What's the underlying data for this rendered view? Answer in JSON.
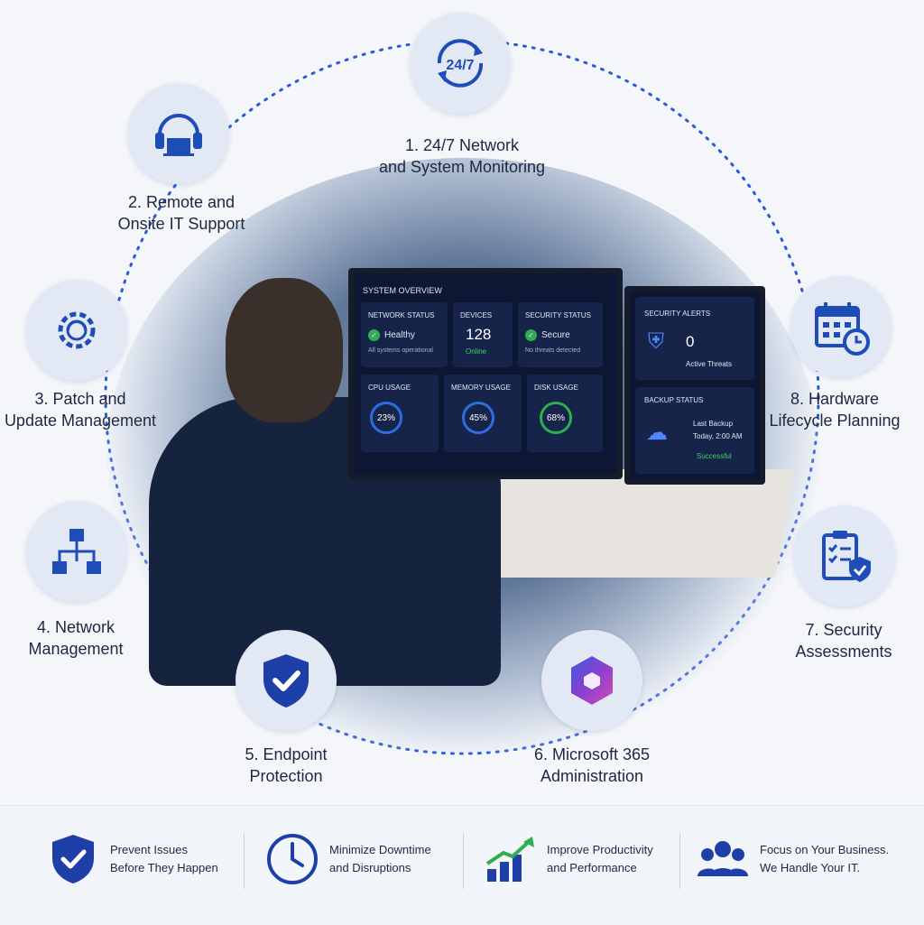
{
  "colors": {
    "accent": "#1f4db8",
    "node_bg": "#e3e9f4",
    "text": "#1f2740"
  },
  "services": [
    {
      "line1": "1. 24/7 Network",
      "line2": "and System Monitoring",
      "icon": "24-7-icon",
      "icon_text": "24/7"
    },
    {
      "line1": "2. Remote and",
      "line2": "Onsite IT Support",
      "icon": "headset-icon"
    },
    {
      "line1": "3. Patch and",
      "line2": "Update Management",
      "icon": "gear-refresh-icon"
    },
    {
      "line1": "4. Network",
      "line2": "Management",
      "icon": "network-icon"
    },
    {
      "line1": "5. Endpoint",
      "line2": "Protection",
      "icon": "shield-check-icon"
    },
    {
      "line1": "6. Microsoft 365",
      "line2": "Administration",
      "icon": "microsoft-365-icon"
    },
    {
      "line1": "7. Security",
      "line2": "Assessments",
      "icon": "clipboard-shield-icon"
    },
    {
      "line1": "8. Hardware",
      "line2": "Lifecycle Planning",
      "icon": "calendar-clock-icon"
    }
  ],
  "dashboard": {
    "title": "SYSTEM OVERVIEW",
    "network": {
      "label": "NETWORK STATUS",
      "value": "Healthy",
      "sub": "All systems operational"
    },
    "devices": {
      "label": "DEVICES",
      "value": "128",
      "sub": "Online"
    },
    "security": {
      "label": "SECURITY STATUS",
      "value": "Secure",
      "sub": "No threats detected"
    },
    "cpu": {
      "label": "CPU USAGE",
      "value": "23%"
    },
    "memory": {
      "label": "MEMORY USAGE",
      "value": "45%"
    },
    "disk": {
      "label": "DISK USAGE",
      "value": "68%"
    },
    "alerts": {
      "label": "SECURITY ALERTS",
      "value": "0",
      "sub": "Active Threats"
    },
    "backup": {
      "label": "BACKUP STATUS",
      "line1": "Last Backup",
      "line2": "Today, 2:00 AM",
      "status": "Successful"
    }
  },
  "benefits": [
    {
      "line1": "Prevent Issues",
      "line2": "Before They Happen",
      "icon": "shield-check-icon"
    },
    {
      "line1": "Minimize Downtime",
      "line2": "and Disruptions",
      "icon": "clock-icon"
    },
    {
      "line1": "Improve Productivity",
      "line2": "and Performance",
      "icon": "growth-chart-icon"
    },
    {
      "line1": "Focus on Your Business.",
      "line2": "We Handle Your IT.",
      "icon": "team-icon"
    }
  ]
}
